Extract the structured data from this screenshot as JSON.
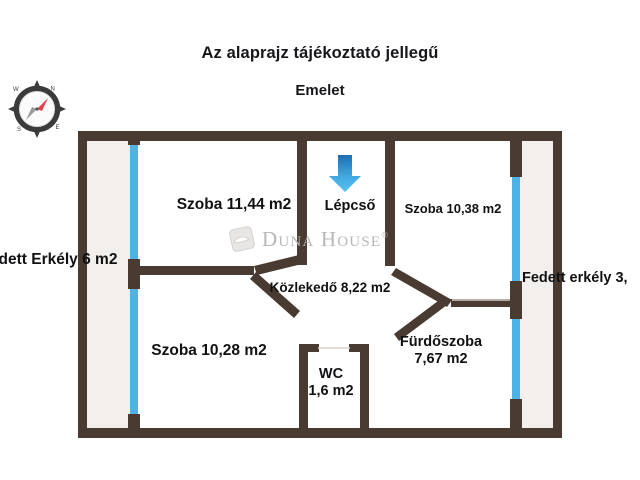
{
  "page": {
    "title_main": "Az alaprajz tájékoztató jellegű",
    "title_sub": "Emelet"
  },
  "compass": {
    "icon": "compass-rose-icon",
    "north": "N",
    "east": "E",
    "south": "S",
    "west": "W"
  },
  "watermark": {
    "brand": "Duna House",
    "registered": "®",
    "logo": "duna-house-logo-icon"
  },
  "colors": {
    "wall": "#4a3b32",
    "window": "#4bb3e8",
    "balcony_fill": "#f2efec",
    "room_fill": "#ffffff",
    "text": "#111013",
    "watermark": "#b9b7b6",
    "arrow_top": "#1b6fb5",
    "arrow_bottom": "#57c2ef"
  },
  "rooms": [
    {
      "key": "szoba_1",
      "name": "Szoba",
      "area": "11,44 m2",
      "label": "Szoba 11,44 m2"
    },
    {
      "key": "szoba_2",
      "name": "Szoba",
      "area": "10,38 m2",
      "label": "Szoba 10,38 m2"
    },
    {
      "key": "szoba_3",
      "name": "Szoba",
      "area": "10,28 m2",
      "label": "Szoba 10,28 m2"
    },
    {
      "key": "lepcso",
      "name": "Lépcső",
      "area": "",
      "label": "Lépcső"
    },
    {
      "key": "kozlekedo",
      "name": "Közlekedő",
      "area": "8,22 m2",
      "label": "Közlekedő 8,22 m2"
    },
    {
      "key": "furdoszoba",
      "name": "Fürdőszoba",
      "area": "7,67 m2",
      "label_line1": "Fürdőszoba",
      "label_line2": "7,67 m2"
    },
    {
      "key": "wc",
      "name": "WC",
      "area": "1,6 m2",
      "label_line1": "WC",
      "label_line2": "1,6 m2"
    },
    {
      "key": "erkely_bal",
      "name": "Fedett Erkély",
      "area": "6 m2",
      "label": "dett Erkély 6 m2"
    },
    {
      "key": "erkely_jobb",
      "name": "Fedett erkély",
      "area": "3,",
      "label": "Fedett erkély 3,"
    }
  ],
  "stairs": {
    "arrow": "down-arrow-icon",
    "direction": "down"
  }
}
